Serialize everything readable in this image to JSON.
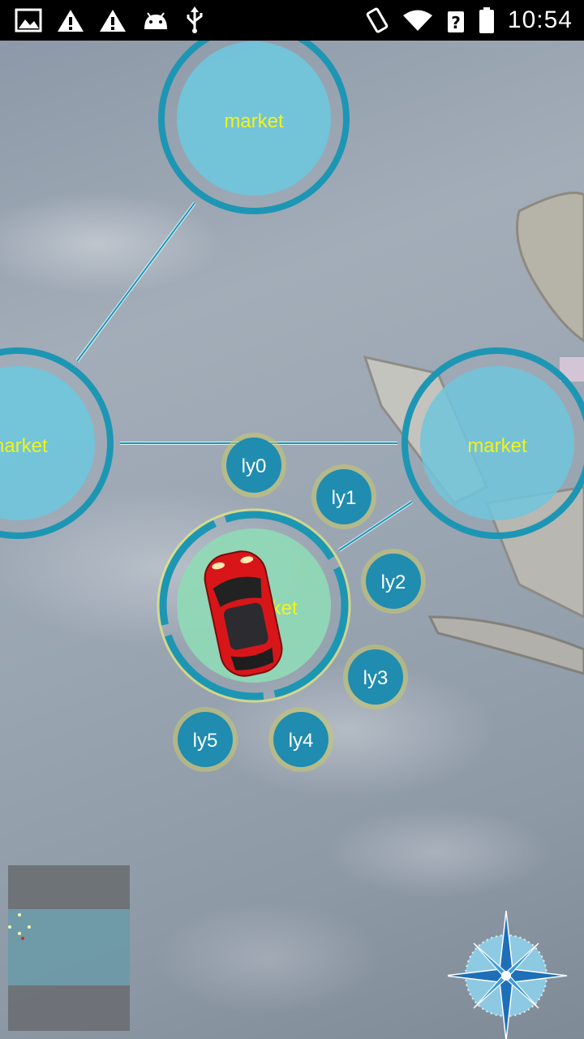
{
  "status_bar": {
    "time": "10:54",
    "left_icons": [
      "image-icon",
      "warning-icon",
      "warning-icon",
      "android-icon",
      "usb-icon"
    ],
    "right_icons": [
      "rotate-icon",
      "wifi-icon",
      "unknown-signal-icon",
      "battery-icon"
    ]
  },
  "nodes": [
    {
      "label": "market"
    },
    {
      "label": "market"
    },
    {
      "label": "market"
    }
  ],
  "player": {
    "label": "market",
    "icon": "red-car-icon"
  },
  "ly_buttons": [
    {
      "label": "ly0"
    },
    {
      "label": "ly1"
    },
    {
      "label": "ly2"
    },
    {
      "label": "ly3"
    },
    {
      "label": "ly4"
    },
    {
      "label": "ly5"
    }
  ],
  "minimap": {
    "icon": "minimap"
  },
  "compass": {
    "icon": "compass-rose-icon"
  },
  "colors": {
    "node_ring": "#1d96b4",
    "node_fill": "#70c6dc",
    "market_text": "#f3f31a",
    "ly_fill": "#1f8cb0",
    "ly_ring": "#c9c96a",
    "player_fill": "#8fd9b5"
  }
}
